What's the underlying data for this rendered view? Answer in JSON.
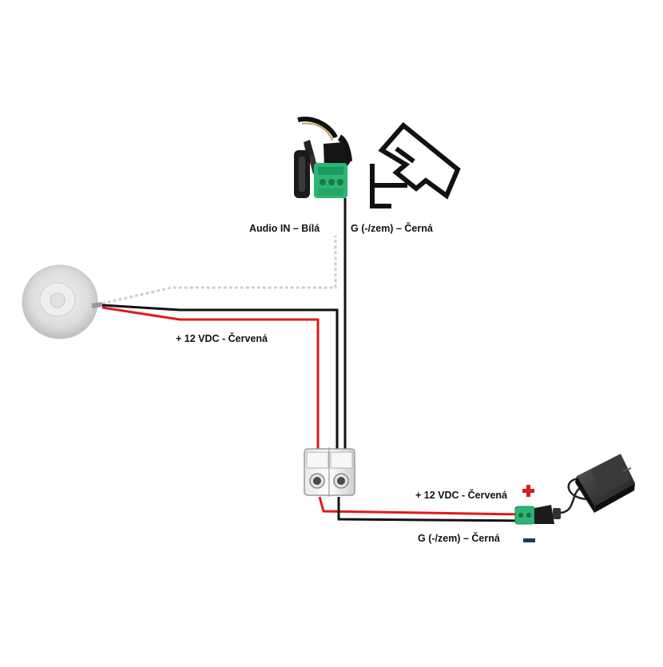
{
  "labels": {
    "audio_in": "Audio IN – Bílá",
    "ground_top": "G (-/zem) – Černá",
    "plus12_mic": "+ 12 VDC - Červená",
    "plus12_psu": "+ 12 VDC - Červená",
    "ground_psu": "G (-/zem) – Černá"
  },
  "colors": {
    "red_wire": "#e01b1b",
    "black_wire": "#111111",
    "white_wire": "#cfcfcf",
    "connector_green": "#2bb673",
    "plus_sign": "#d42020",
    "minus_sign": "#1f3a5a"
  },
  "icons": [
    "cctv-camera-icon",
    "microphone-icon",
    "terminal-block-icon",
    "dc-jack-icon",
    "power-adapter-icon",
    "plus-icon",
    "minus-icon"
  ]
}
